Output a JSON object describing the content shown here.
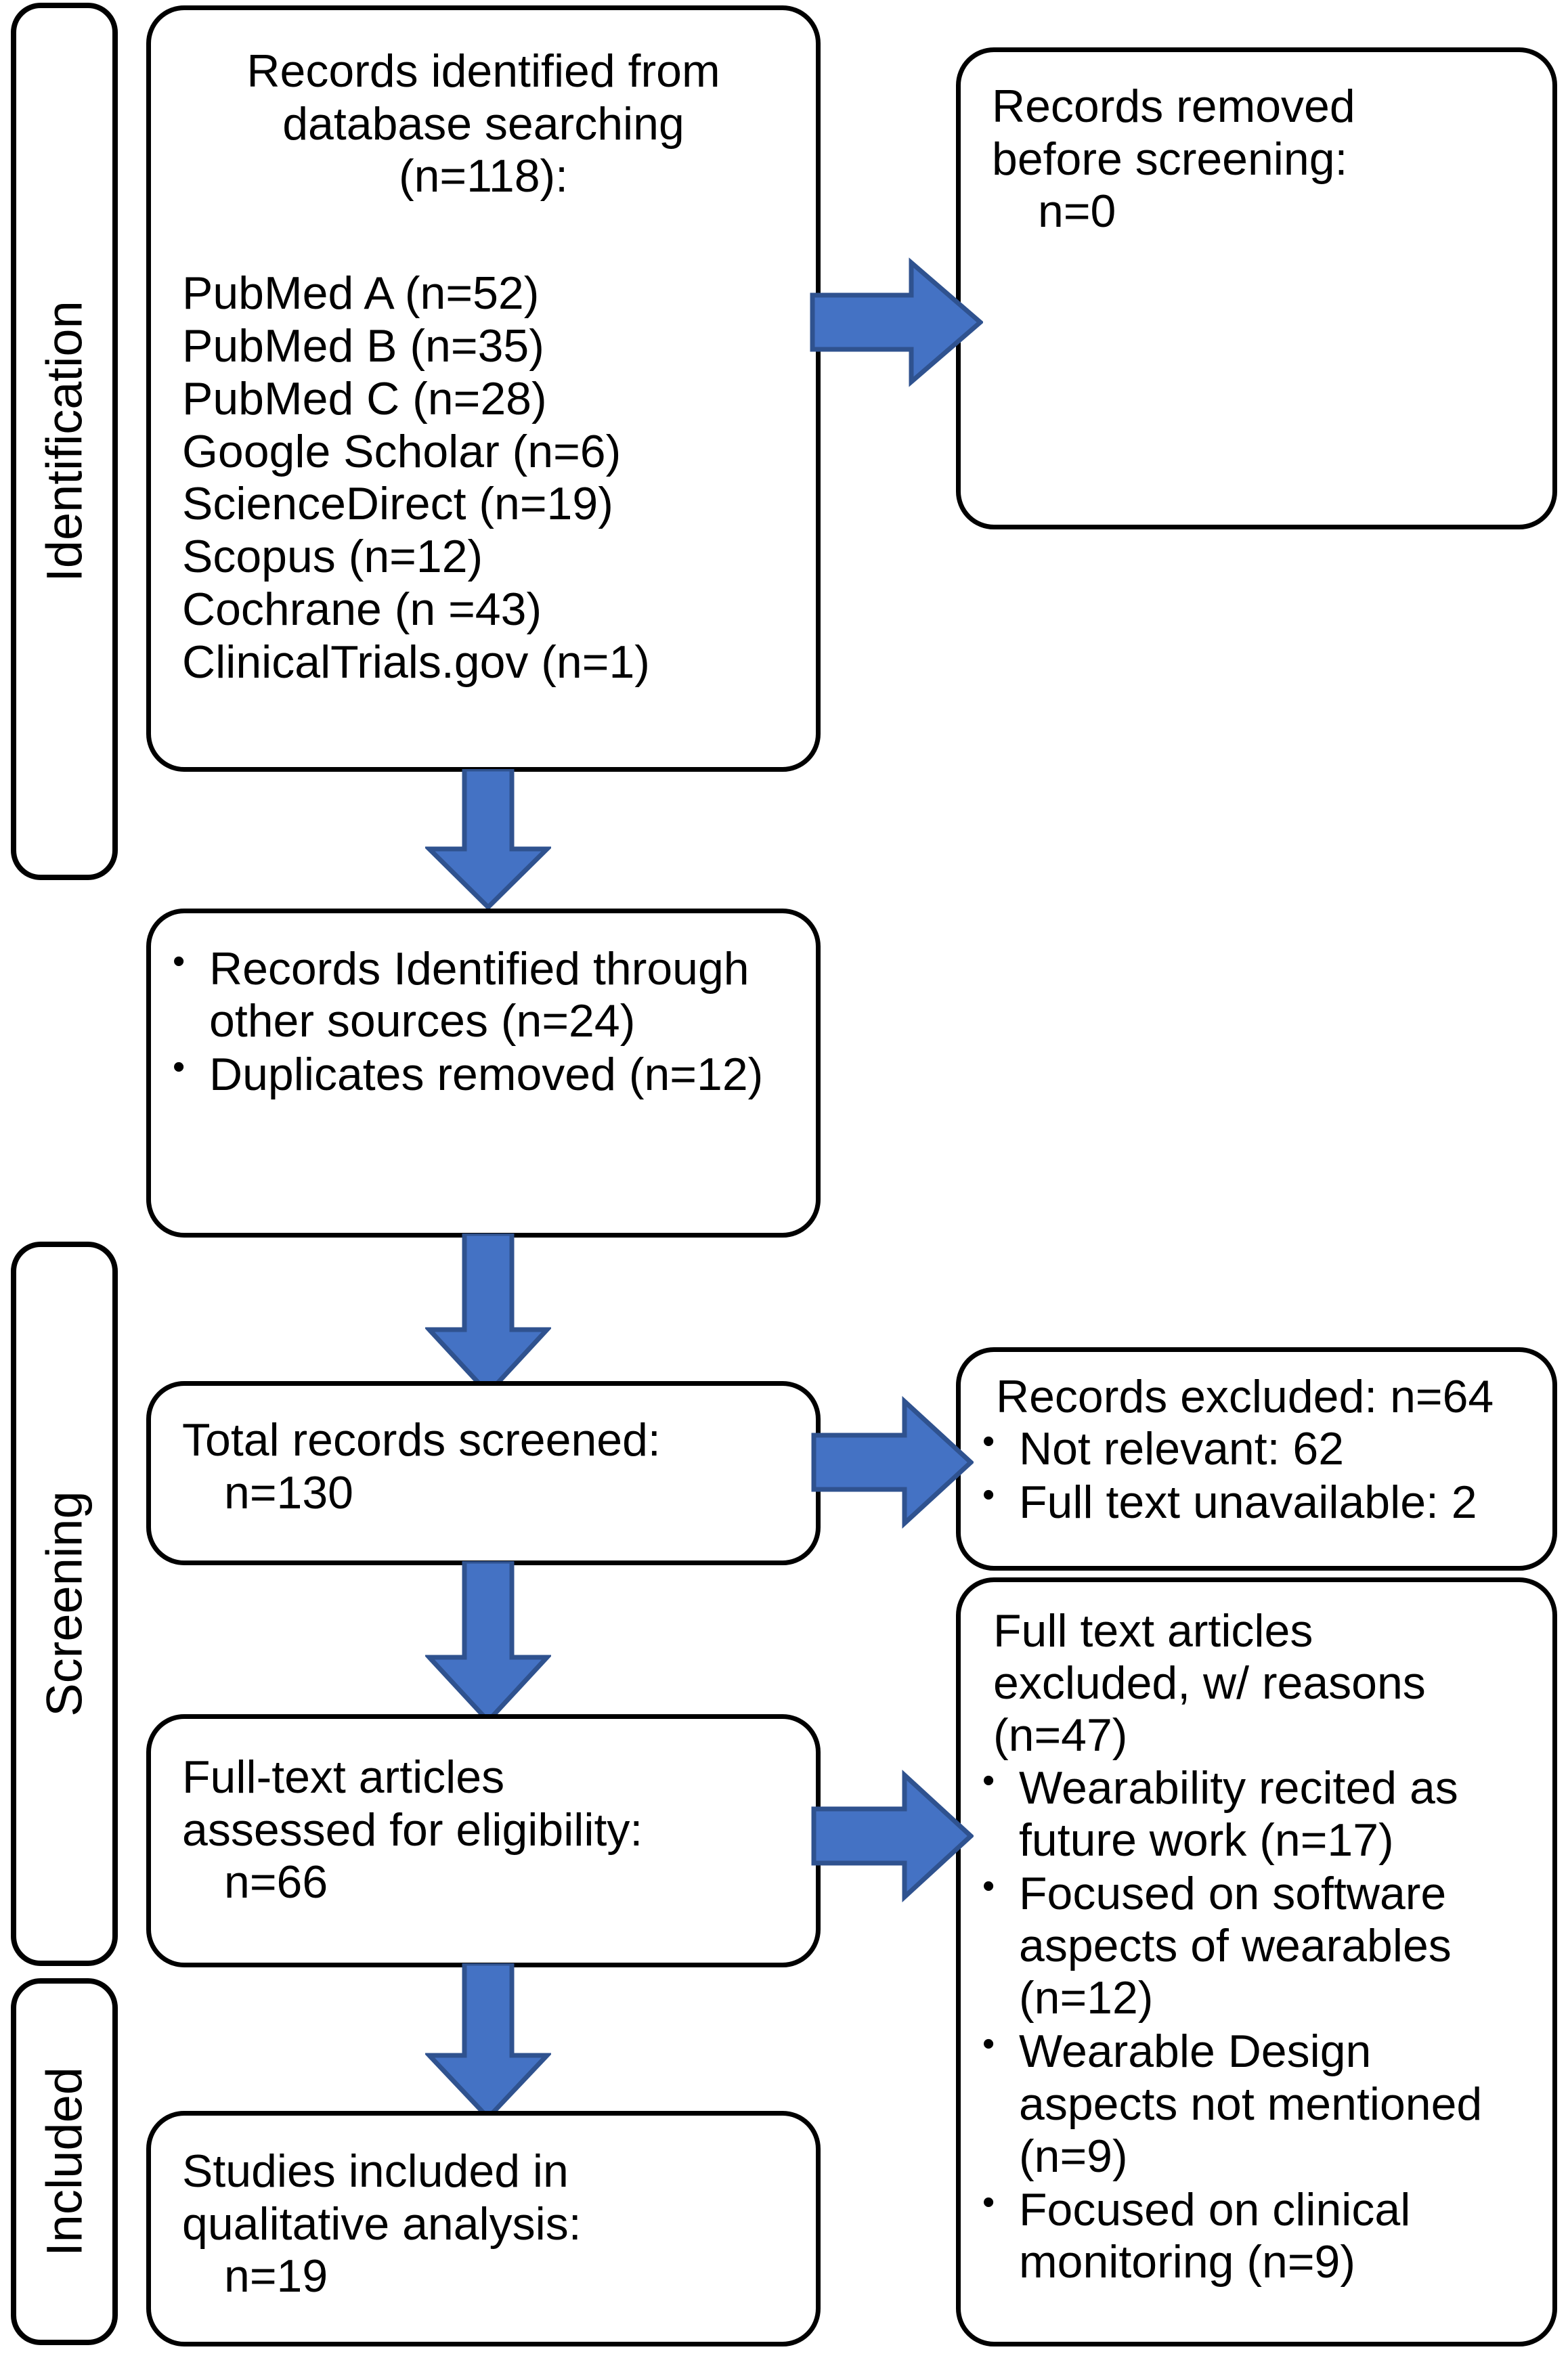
{
  "diagram": {
    "title": "PRISMA flow diagram",
    "accent_color": "#4472C4",
    "accent_stroke": "#2F528F",
    "box_border_color": "#000000",
    "background": "#ffffff"
  },
  "stages": {
    "identification": "Identification",
    "screening": "Screening",
    "included": "Included"
  },
  "identified": {
    "heading_line1": "Records identified from",
    "heading_line2": "database searching",
    "heading_line3": "(n=118):",
    "sources": [
      "PubMed A (n=52)",
      "PubMed B (n=35)",
      "PubMed C (n=28)",
      "Google Scholar (n=6)",
      "ScienceDirect (n=19)",
      "Scopus (n=12)",
      "Cochrane (n =43)",
      "ClinicalTrials.gov (n=1)"
    ]
  },
  "removed_before_screening": {
    "line1": "Records removed",
    "line2": "before screening:",
    "count": "n=0"
  },
  "other_sources": {
    "bullets": [
      "Records Identified through other sources (n=24)",
      "Duplicates removed (n=12)"
    ]
  },
  "total_screened": {
    "label": "Total records screened:",
    "count": "n=130"
  },
  "records_excluded": {
    "heading": "Records excluded: n=64",
    "bullets": [
      "Not relevant: 62",
      "Full text unavailable: 2"
    ]
  },
  "fulltext_assessed": {
    "line1": "Full-text articles",
    "line2": "assessed for eligibility:",
    "count": "n=66"
  },
  "fulltext_excluded": {
    "heading_line1": "Full text articles",
    "heading_line2": "excluded, w/ reasons",
    "heading_line3": "(n=47)",
    "bullets": [
      "Wearability recited as future work (n=17)",
      "Focused on software aspects of wearables (n=12)",
      "Wearable Design aspects not mentioned (n=9)",
      "Focused on clinical monitoring (n=9)"
    ]
  },
  "studies_included": {
    "line1": "Studies included in",
    "line2": "qualitative analysis:",
    "count": "n=19"
  }
}
